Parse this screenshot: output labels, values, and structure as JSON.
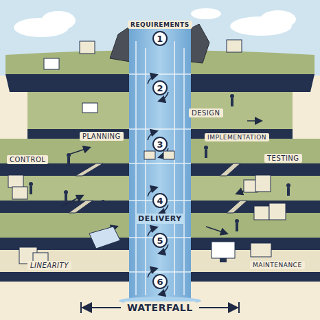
{
  "diagram": {
    "nodes": [
      {
        "text": [
          "REQUIREMENTS",
          "1"
        ]
      },
      {
        "text": [
          "2"
        ]
      },
      {
        "text": [
          "3"
        ]
      },
      {
        "text": [
          "4"
        ]
      },
      {
        "text": [
          "5"
        ]
      },
      {
        "text": [
          "6"
        ]
      }
    ],
    "labels": [
      "DESIGN",
      "PLANNING",
      "IMPLEMENTATION",
      "CONTROL",
      "TESTING",
      "DELIVERY",
      "LINEARITY",
      "MAINTENANCE",
      "WATERFALL"
    ]
  }
}
